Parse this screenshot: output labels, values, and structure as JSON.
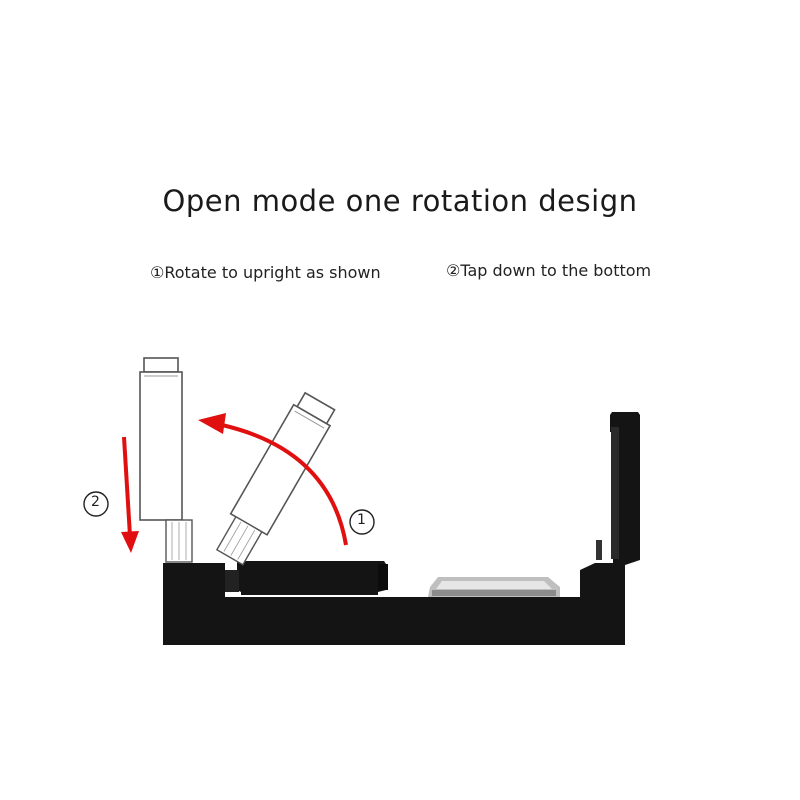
{
  "headline": "Open mode one rotation design",
  "steps": [
    {
      "label": "①Rotate to upright as shown"
    },
    {
      "label": "②Tap down to the bottom"
    }
  ],
  "markers": {
    "rotate": "1",
    "press": "2"
  },
  "colors": {
    "arrow": "#e01010",
    "case_body": "#141414",
    "cylinder": "#ffffff",
    "cylinder_outline": "#555555"
  },
  "icons": {
    "rotate_arrow": "curved-arrow-icon",
    "press_arrow": "down-arrow-icon"
  }
}
